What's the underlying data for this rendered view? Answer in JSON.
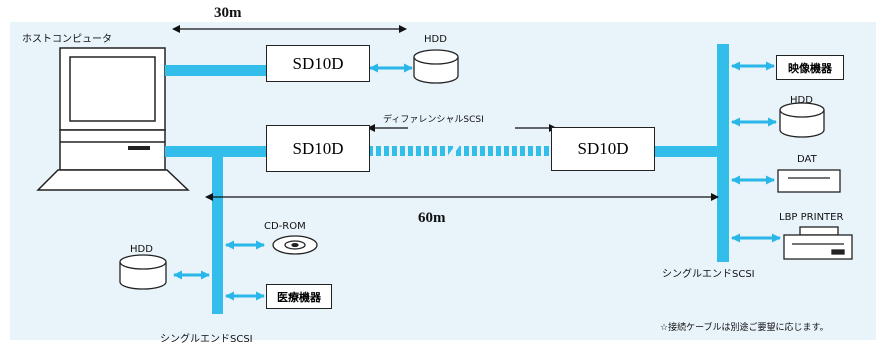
{
  "host_label": "ホストコンピュータ",
  "distance_short": "30m",
  "distance_long": "60m",
  "sd_top_label": "SD10D",
  "sd_mid_left_label": "SD10D",
  "sd_mid_right_label": "SD10D",
  "differential_label": "ディファレンシャルSCSI",
  "hdd_top_label": "HDD",
  "hdd_right_label": "HDD",
  "hdd_left_label": "HDD",
  "cdrom_label": "CD-ROM",
  "video_device_label": "映像機器",
  "dat_label": "DAT",
  "printer_label": "LBP PRINTER",
  "medical_device_label": "医療機器",
  "single_end_right_label": "シングルエンドSCSI",
  "single_end_left_label": "シングルエンドSCSI",
  "note": "☆接続ケーブルは別途ご要望に応じます。",
  "colors": {
    "bus": "#33bdea",
    "panel": "#e9f4fa",
    "line": "#222222"
  }
}
